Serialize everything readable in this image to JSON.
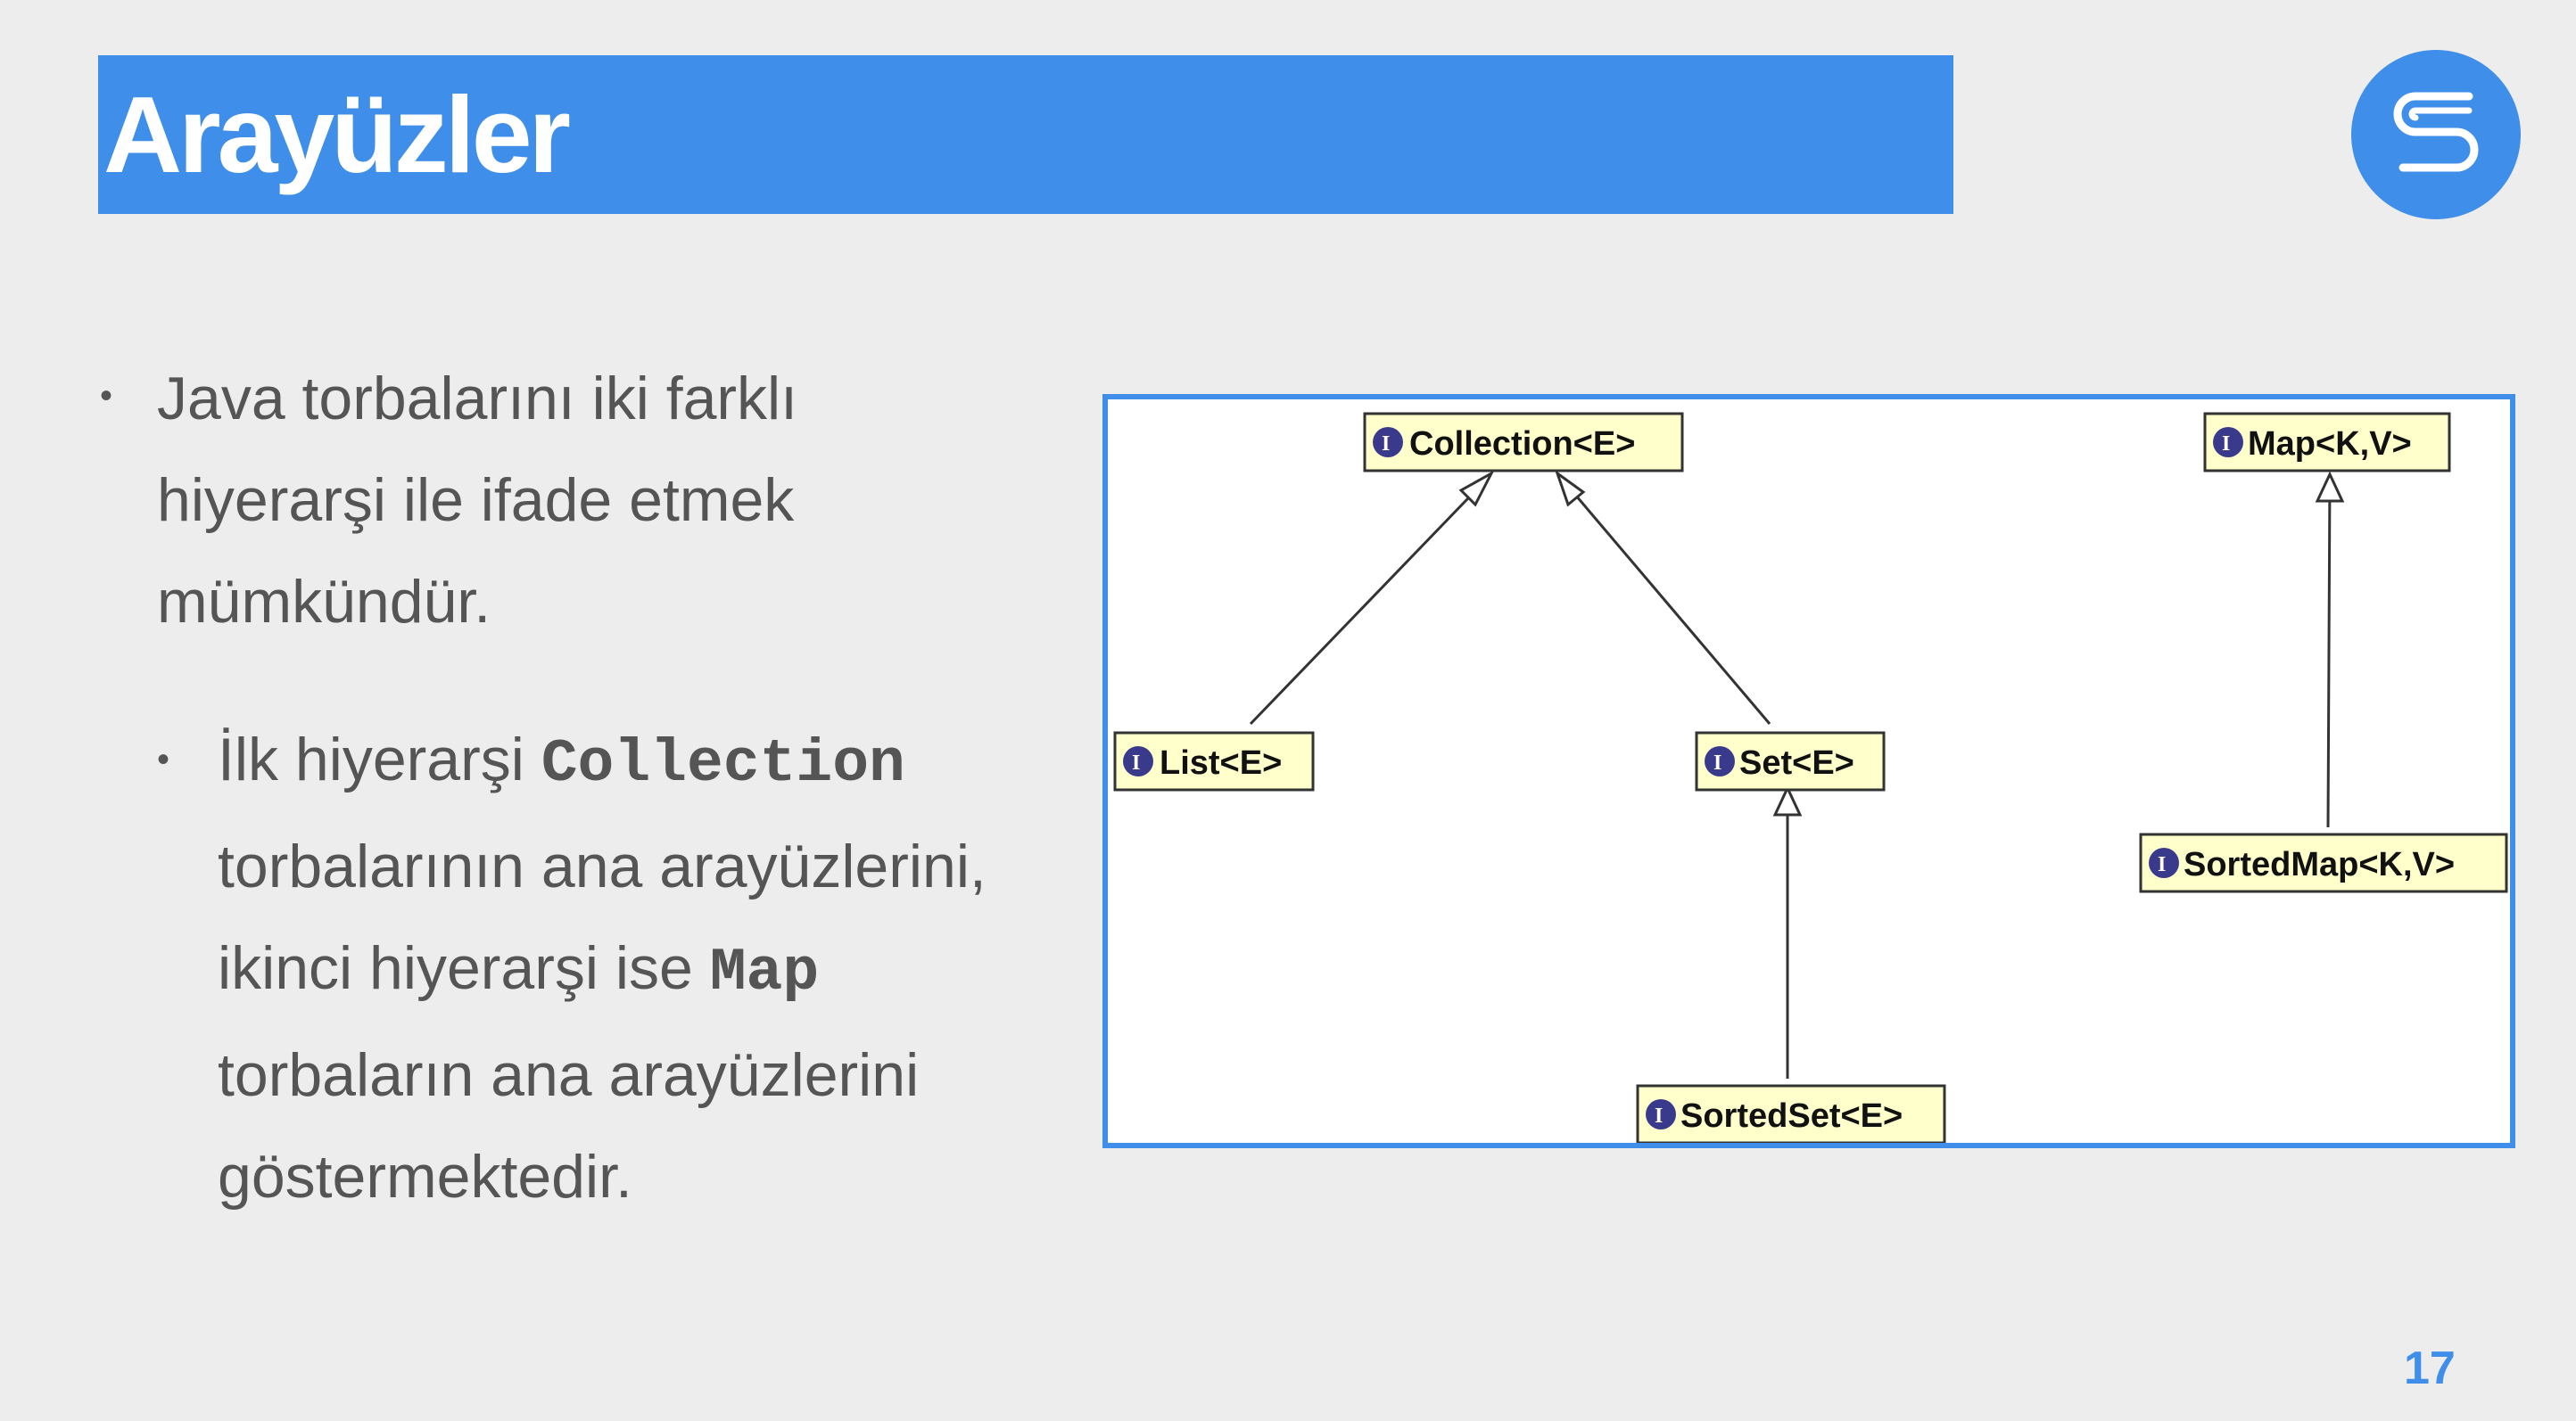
{
  "slide": {
    "title": "Arayüzler",
    "page_number": "17",
    "accent_color": "#3f8ee9",
    "logo_icon": "s-logo-icon"
  },
  "bullets": {
    "first": {
      "lines": [
        "Java torbalarını iki farklı",
        "hiyerarşi ile ifade etmek",
        "mümkündür."
      ]
    },
    "second": {
      "line1_pre": "İlk hiyerarşi ",
      "line1_code": "Collection",
      "line2": "torbalarının ana arayüzlerini,",
      "line3_pre": "ikinci hiyerarşi ise ",
      "line3_code": "Map",
      "line4": "torbaların ana arayüzlerini",
      "line5": "göstermektedir."
    }
  },
  "diagram": {
    "interface_badge": "I",
    "nodes": {
      "collection": "Collection<E>",
      "map": "Map<K,V>",
      "list": "List<E>",
      "set": "Set<E>",
      "sortedmap": "SortedMap<K,V>",
      "sortedset": "SortedSet<E>"
    }
  }
}
